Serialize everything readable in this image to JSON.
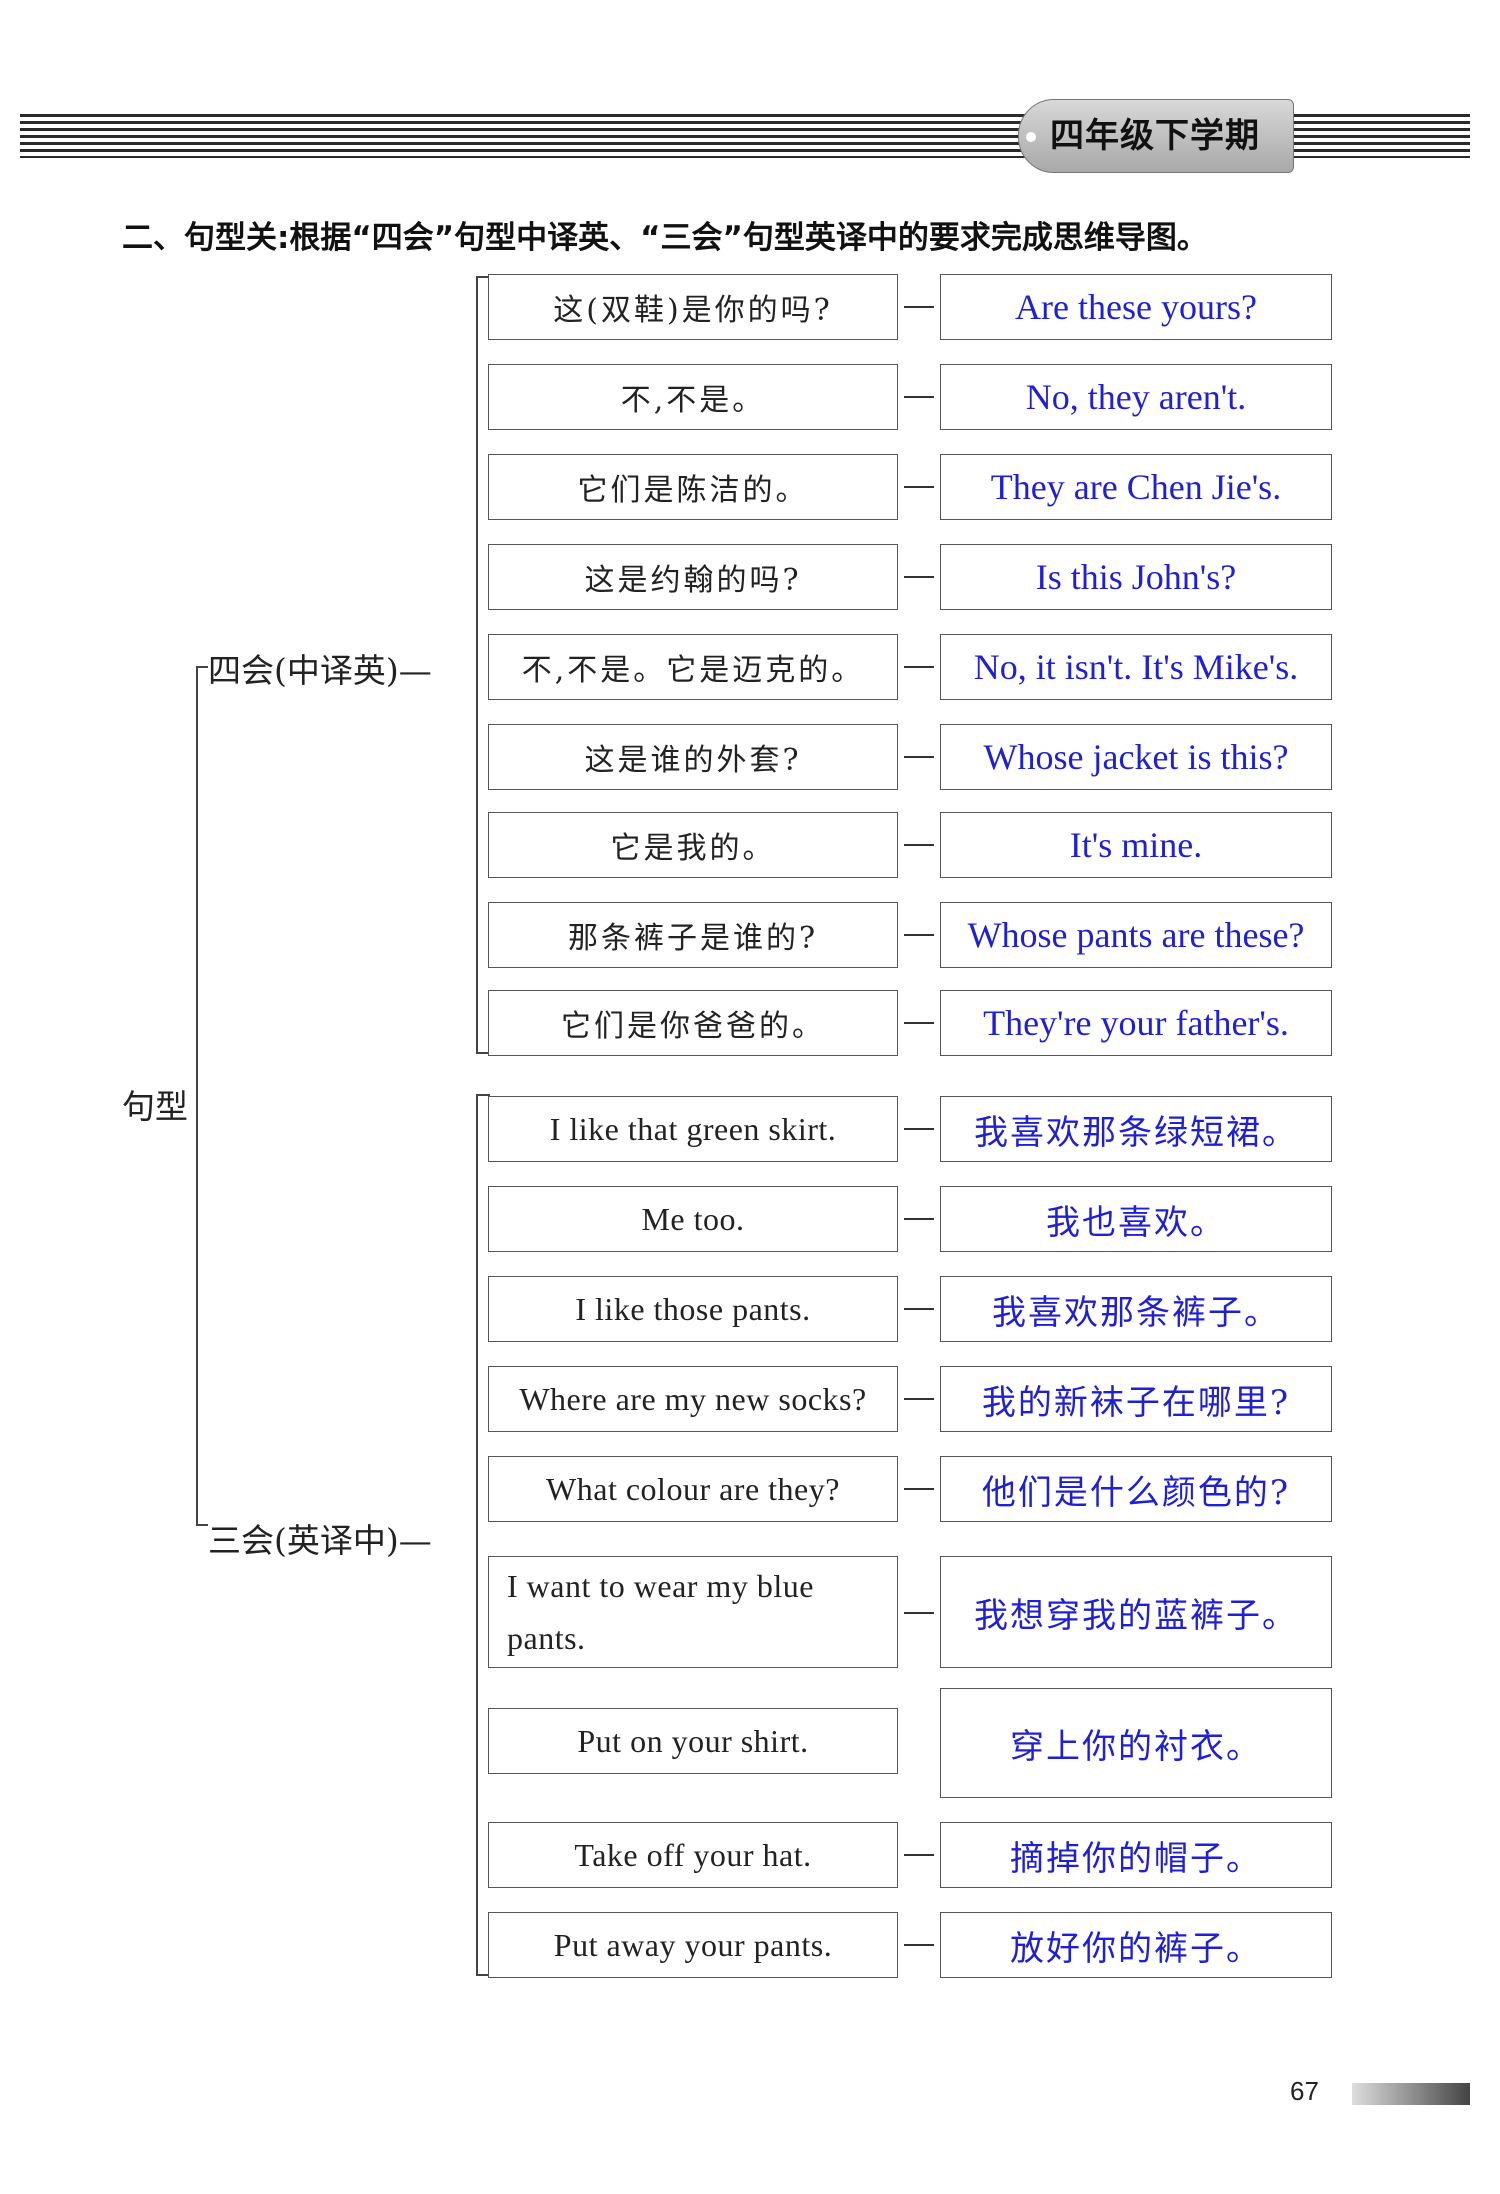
{
  "header": {
    "grade_tab": "四年级下学期"
  },
  "instruction": "二、句型关:根据“四会”句型中译英、“三会”句型英译中的要求完成思维导图。",
  "tree": {
    "root": "句型",
    "branch_four": "四会(中译英)—",
    "branch_three": "三会(英译中)—"
  },
  "four_skills": [
    {
      "prompt": "这(双鞋)是你的吗?",
      "answer": "Are these yours?"
    },
    {
      "prompt": "不,不是。",
      "answer": "No, they aren't."
    },
    {
      "prompt": "它们是陈洁的。",
      "answer": "They are Chen Jie's."
    },
    {
      "prompt": "这是约翰的吗?",
      "answer": "Is this John's?"
    },
    {
      "prompt": "不,不是。它是迈克的。",
      "answer": "No, it isn't. It's Mike's."
    },
    {
      "prompt": "这是谁的外套?",
      "answer": "Whose jacket is this?"
    },
    {
      "prompt": "它是我的。",
      "answer": "It's mine."
    },
    {
      "prompt": "那条裤子是谁的?",
      "answer": "Whose pants are these?"
    },
    {
      "prompt": "它们是你爸爸的。",
      "answer": "They're your father's."
    }
  ],
  "three_skills": [
    {
      "prompt": "I like that green skirt.",
      "answer": "我喜欢那条绿短裙。"
    },
    {
      "prompt": "Me too.",
      "answer": "我也喜欢。"
    },
    {
      "prompt": "I like those pants.",
      "answer": "我喜欢那条裤子。"
    },
    {
      "prompt": "Where are my new socks?",
      "answer": "我的新袜子在哪里?"
    },
    {
      "prompt": "What colour are they?",
      "answer": "他们是什么颜色的?"
    },
    {
      "prompt": "I want to wear my blue pants.",
      "answer": "我想穿我的蓝裤子。"
    },
    {
      "prompt": "Put on your shirt.",
      "answer": "穿上你的衬衣。"
    },
    {
      "prompt": "Take off your hat.",
      "answer": "摘掉你的帽子。"
    },
    {
      "prompt": "Put away your pants.",
      "answer": "放好你的裤子。"
    }
  ],
  "page_number": "67"
}
